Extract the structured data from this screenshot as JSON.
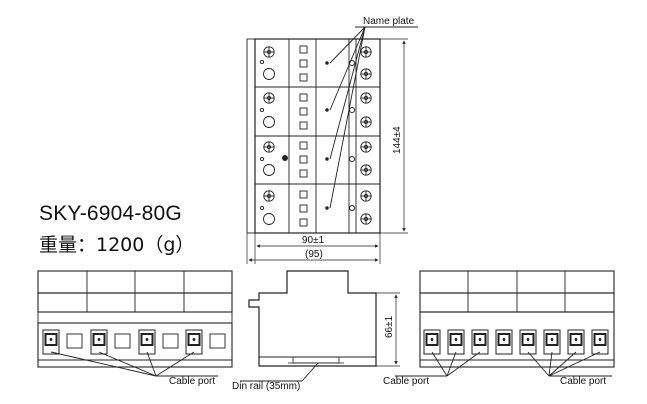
{
  "model": "SKY-6904-80G",
  "weight_text": "重量：1200（g）",
  "labels": {
    "name_plate": "Name plate",
    "height_dim": "144±4",
    "width_dim": "90±1",
    "width_overall": "(95)",
    "depth_dim": "66±1",
    "cable_port_left": "Cable port",
    "din_rail": "Din rail (35mm)",
    "cable_port_right_a": "Cable port",
    "cable_port_right_b": "Cable port"
  }
}
